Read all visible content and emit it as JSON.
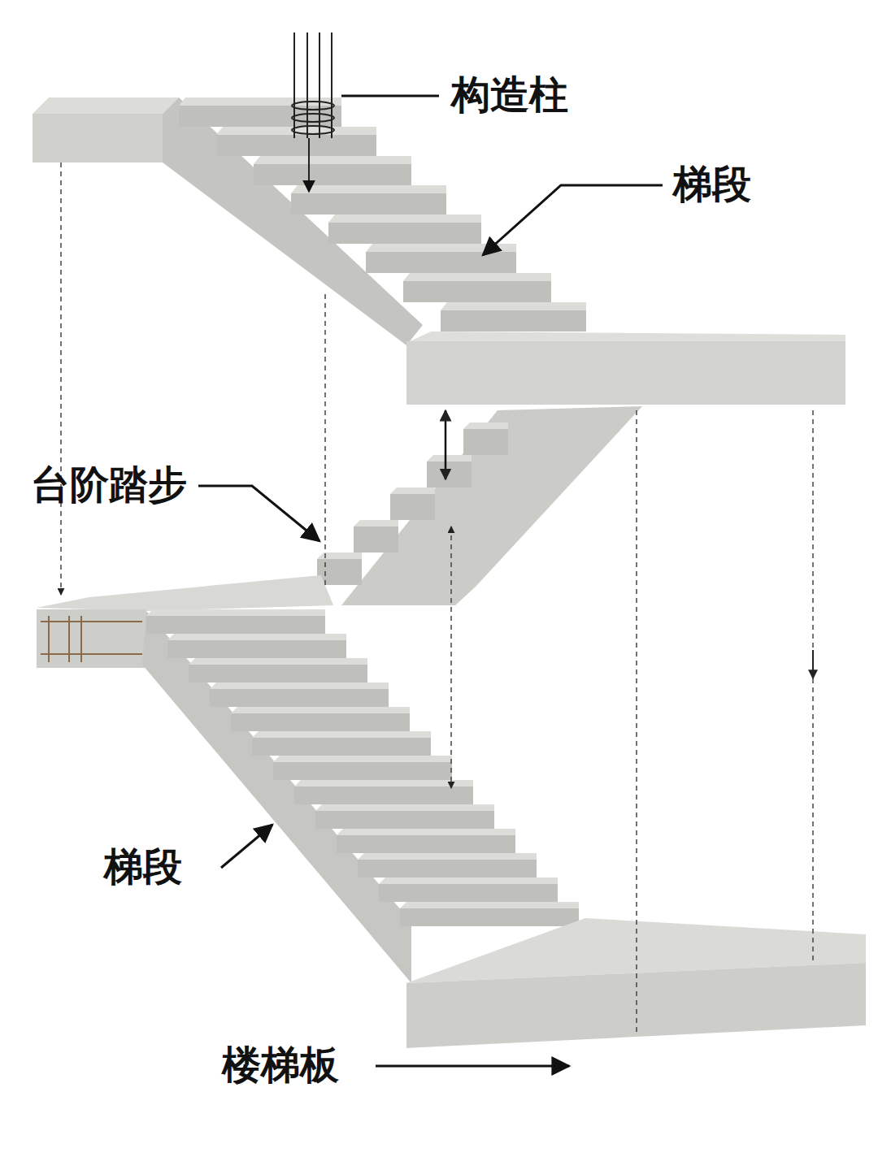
{
  "diagram": {
    "labels": [
      "构造柱",
      "梯段",
      "台阶踏步",
      "梯段",
      "楼梯板"
    ]
  }
}
